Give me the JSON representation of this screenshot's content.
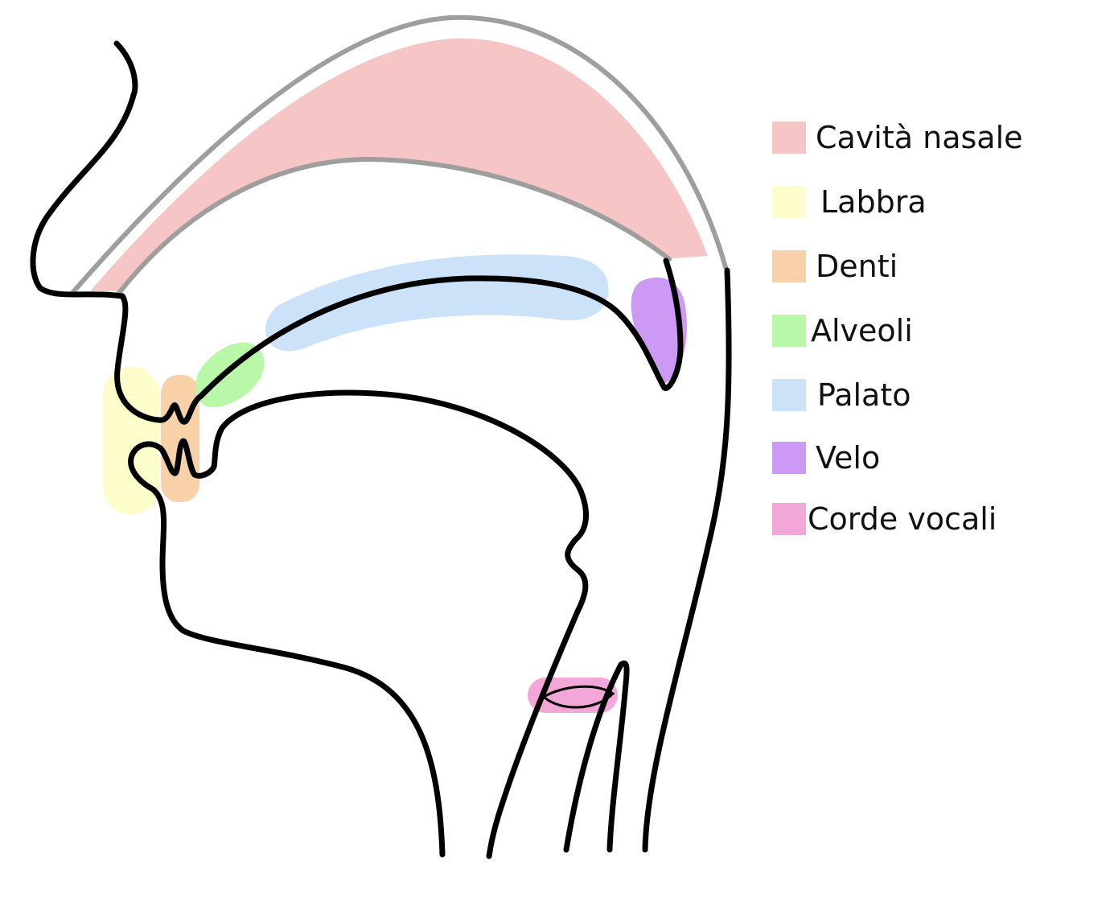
{
  "legend": {
    "items": [
      {
        "key": "nasal",
        "label": "Cavità nasale",
        "color": "#f6c6c6"
      },
      {
        "key": "lips",
        "label": "Labbra",
        "color": "#fefecc"
      },
      {
        "key": "teeth",
        "label": "Denti",
        "color": "#f8d1a8"
      },
      {
        "key": "alveoli",
        "label": "Alveoli",
        "color": "#b9f8a8"
      },
      {
        "key": "palate",
        "label": "Palato",
        "color": "#cbe2f8"
      },
      {
        "key": "velum",
        "label": "Velo",
        "color": "#cc99f5"
      },
      {
        "key": "vocal-cords",
        "label": "Corde vocali",
        "color": "#f3a6d8"
      }
    ]
  }
}
